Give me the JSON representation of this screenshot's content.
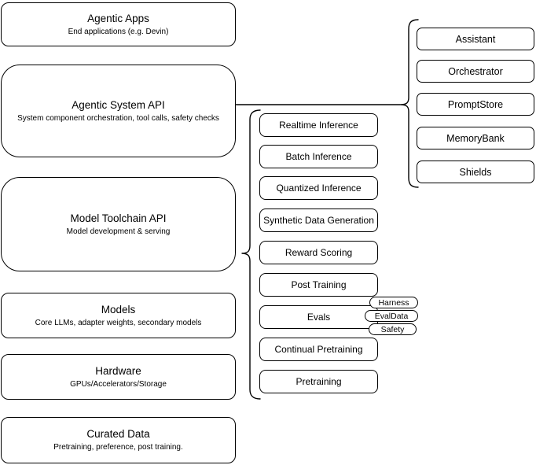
{
  "diagram": {
    "layers": [
      {
        "title": "Agentic Apps",
        "subtitle": "End applications (e.g. Devin)"
      },
      {
        "title": "Agentic System API",
        "subtitle": "System component orchestration, tool calls, safety checks"
      },
      {
        "title": "Model Toolchain API",
        "subtitle": "Model development & serving"
      },
      {
        "title": "Models",
        "subtitle": "Core LLMs, adapter weights, secondary models"
      },
      {
        "title": "Hardware",
        "subtitle": "GPUs/Accelerators/Storage"
      },
      {
        "title": "Curated Data",
        "subtitle": "Pretraining, preference, post training."
      }
    ],
    "toolchain_items": [
      "Realtime Inference",
      "Batch Inference",
      "Quantized Inference",
      "Synthetic Data Generation",
      "Reward Scoring",
      "Post Training",
      "Evals",
      "Continual Pretraining",
      "Pretraining"
    ],
    "eval_tags": [
      "Harness",
      "EvalData",
      "Safety"
    ],
    "system_components": [
      "Assistant",
      "Orchestrator",
      "PromptStore",
      "MemoryBank",
      "Shields"
    ]
  },
  "colors": {
    "stroke": "#000000",
    "background": "#ffffff",
    "text": "#000000"
  }
}
